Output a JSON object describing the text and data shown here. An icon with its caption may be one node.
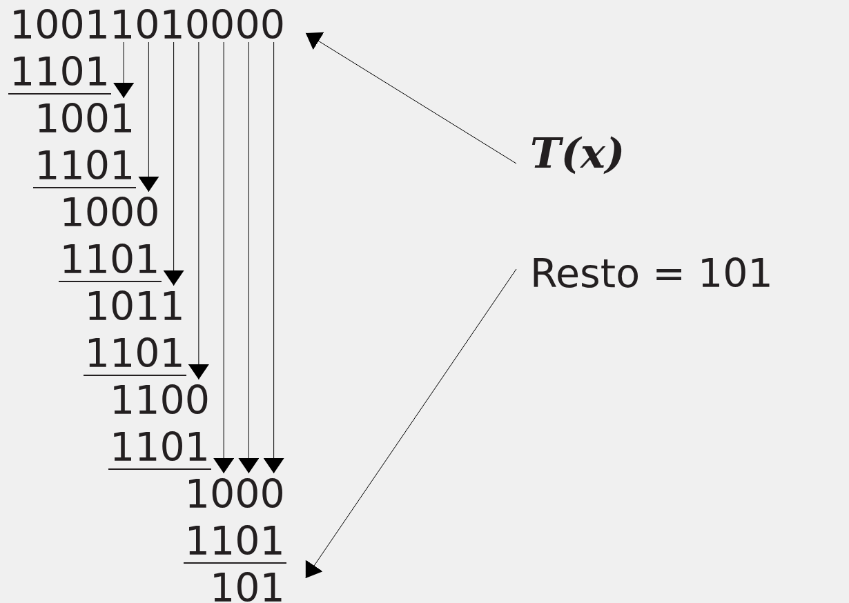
{
  "diagram": {
    "nodes": [
      {
        "text": [
          "10011010000"
        ]
      },
      {
        "text": [
          "1101"
        ]
      },
      {
        "text": [
          "1001"
        ]
      },
      {
        "text": [
          "1101"
        ]
      },
      {
        "text": [
          "1000"
        ]
      },
      {
        "text": [
          "1101"
        ]
      },
      {
        "text": [
          "1011"
        ]
      },
      {
        "text": [
          "1101"
        ]
      },
      {
        "text": [
          "1100"
        ]
      },
      {
        "text": [
          "1101"
        ]
      },
      {
        "text": [
          "1000"
        ]
      },
      {
        "text": [
          "1101"
        ]
      },
      {
        "text": [
          "101"
        ]
      },
      {
        "text": [
          "T(x)"
        ]
      },
      {
        "text": [
          "Resto = 101"
        ]
      }
    ],
    "edges": [
      {
        "from": 0,
        "to": 2,
        "arrow": "to"
      },
      {
        "from": 0,
        "to": 4,
        "arrow": "to"
      },
      {
        "from": 0,
        "to": 6,
        "arrow": "to"
      },
      {
        "from": 0,
        "to": 8,
        "arrow": "to"
      },
      {
        "from": 0,
        "to": 10,
        "arrow": "to"
      },
      {
        "from": 0,
        "to": 10,
        "arrow": "to"
      },
      {
        "from": 0,
        "to": 10,
        "arrow": "to"
      },
      {
        "from": 13,
        "to": 0,
        "arrow": "to"
      },
      {
        "from": 14,
        "to": 12,
        "arrow": "to"
      }
    ]
  }
}
